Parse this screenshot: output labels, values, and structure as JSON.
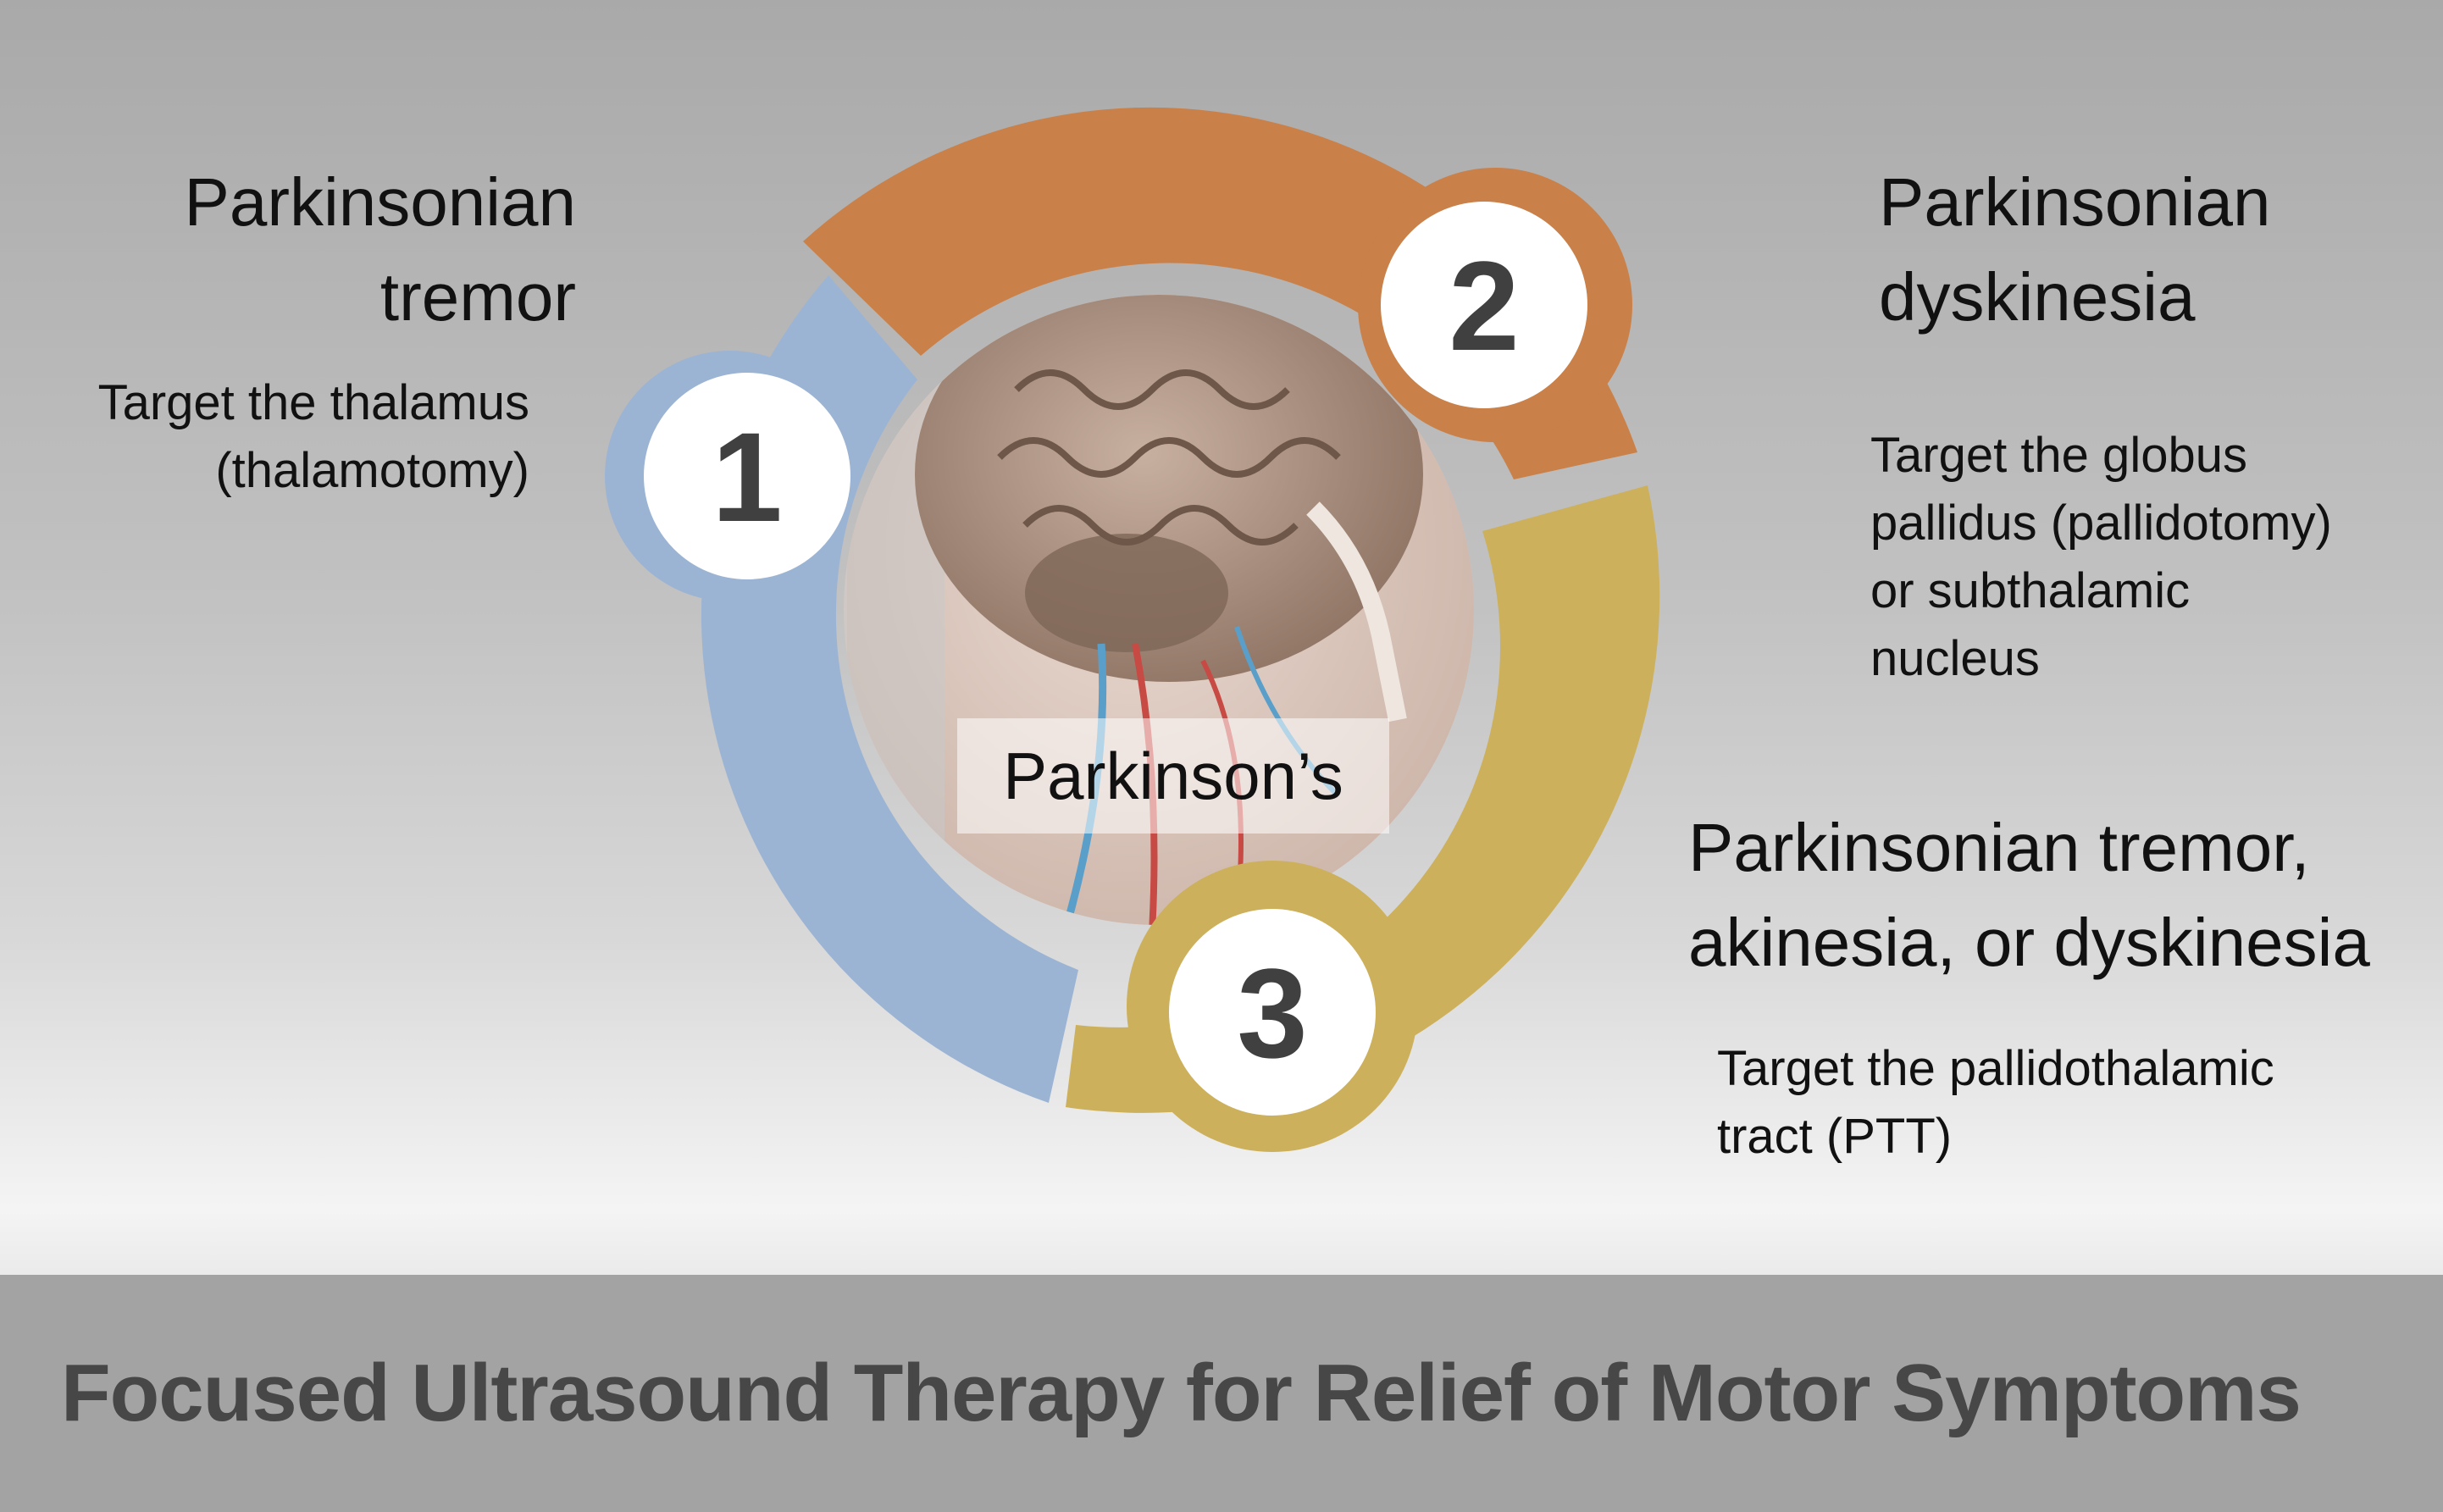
{
  "center": {
    "label": "Parkinson’s",
    "image": "anatomical-head-brain-illustration"
  },
  "segments": [
    {
      "number": "1",
      "color": "#9cb4d3",
      "heading": [
        "Parkinsonian",
        "tremor"
      ],
      "description": [
        "Target the thalamus",
        "(thalamotomy)"
      ]
    },
    {
      "number": "2",
      "color": "#c98049",
      "heading": [
        "Parkinsonian",
        "dyskinesia"
      ],
      "description": [
        "Target the globus",
        "pallidus (pallidotomy)",
        "or subthalamic",
        "nucleus"
      ]
    },
    {
      "number": "3",
      "color": "#cdb05c",
      "heading": [
        "Parkinsonian tremor,",
        "akinesia, or dyskinesia"
      ],
      "description": [
        "Target the pallidothalamic",
        "tract (PTT)"
      ]
    }
  ],
  "footer": {
    "title": "Focused Ultrasound Therapy for Relief of Motor Symptoms"
  }
}
